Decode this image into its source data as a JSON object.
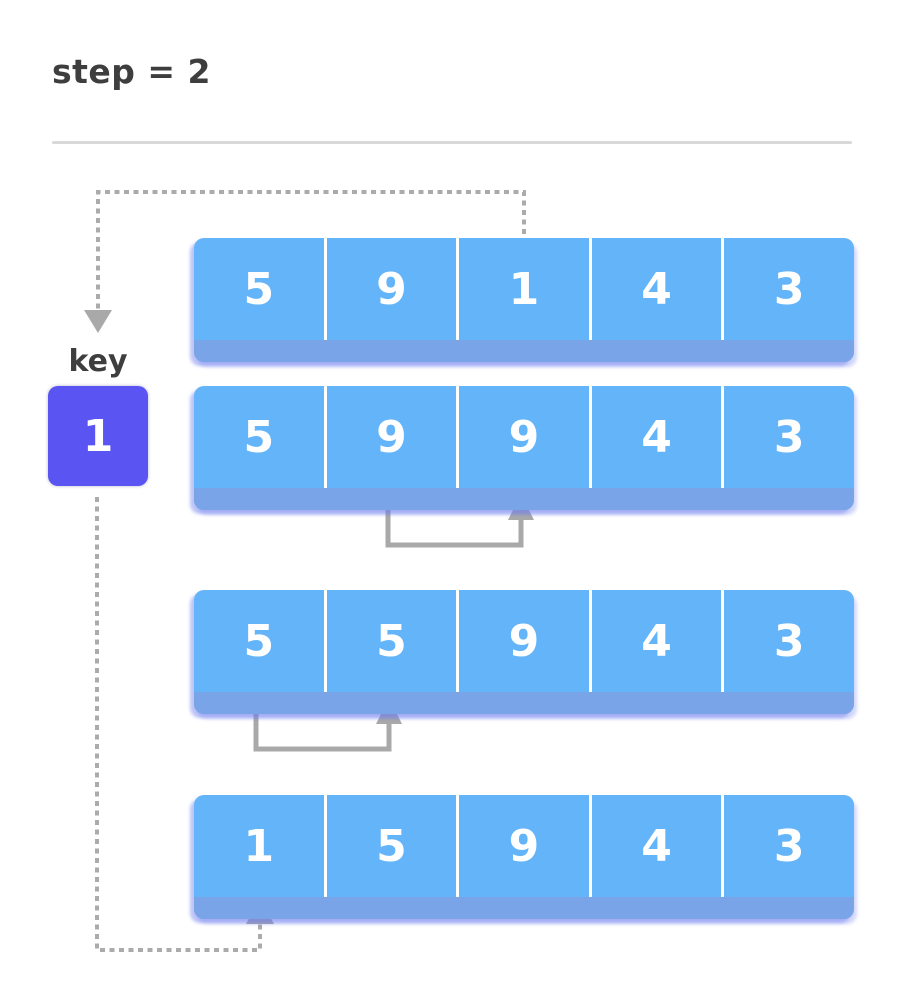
{
  "title": "step = 2",
  "key": {
    "label": "key",
    "value": "1"
  },
  "arrays": [
    {
      "name": "row-1",
      "values": [
        "5",
        "9",
        "1",
        "4",
        "3"
      ]
    },
    {
      "name": "row-2",
      "values": [
        "5",
        "9",
        "9",
        "4",
        "3"
      ]
    },
    {
      "name": "row-3",
      "values": [
        "5",
        "5",
        "9",
        "4",
        "3"
      ]
    },
    {
      "name": "row-4",
      "values": [
        "1",
        "5",
        "9",
        "4",
        "3"
      ]
    }
  ],
  "arrows": {
    "key_extract": {
      "style": "dotted",
      "from": "row-1 index 2",
      "to": "key"
    },
    "shift_row2": {
      "style": "solid",
      "from_index": 1,
      "to_index": 2
    },
    "shift_row3": {
      "style": "solid",
      "from_index": 0,
      "to_index": 1
    },
    "key_insert": {
      "style": "dotted",
      "from": "key",
      "to": "row-4 index 0"
    }
  },
  "colors": {
    "array_fill": "#64b4f9",
    "array_edge": "#79a4e8",
    "key_fill": "#5a54f2",
    "arrow_gray": "#a9a9a9",
    "dot_gray": "#ababab",
    "text_dark": "#3e3e3e",
    "divider": "#d9d9d9",
    "number_white": "#ffffff"
  }
}
